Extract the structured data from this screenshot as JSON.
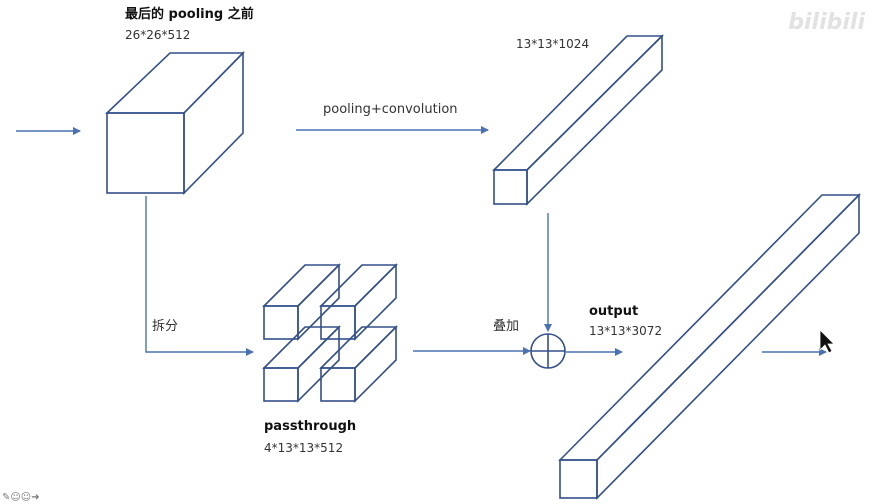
{
  "labels": {
    "top_block_title": "最后的 pooling 之前",
    "top_block_dims": "26*26*512",
    "top_right_dims": "13*13*1024",
    "pool_conv": "pooling+convolution",
    "split": "拆分",
    "stack": "叠加",
    "output_title": "output",
    "output_dims": "13*13*3072",
    "passthrough_title": "passthrough",
    "passthrough_dims": "4*13*13*512"
  },
  "watermark": {
    "text": "",
    "brand": "bilibili"
  },
  "corner_icons": "✎☺☺➜",
  "colors": {
    "line": "#33508a",
    "arrow": "#4a72b0",
    "text": "#333333"
  }
}
